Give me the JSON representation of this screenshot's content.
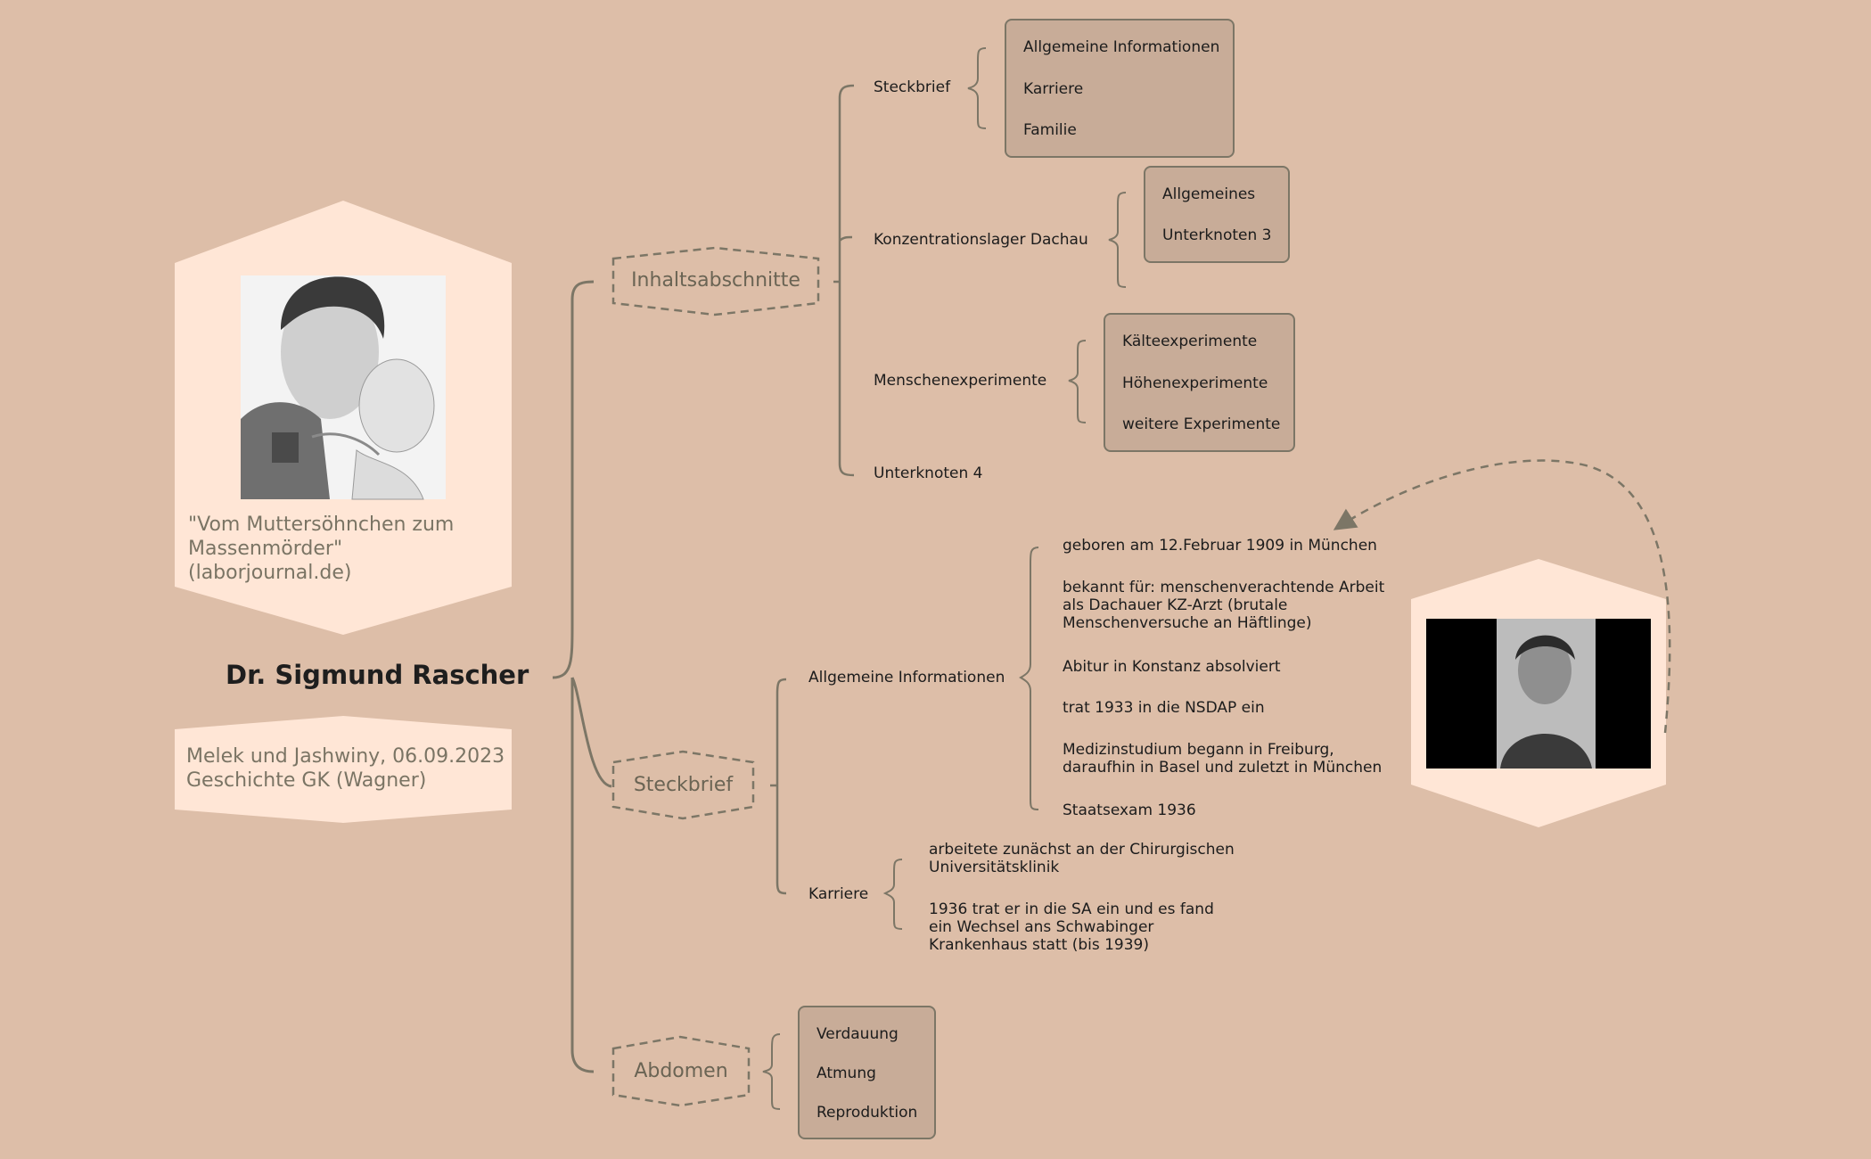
{
  "central_topic": "Dr. Sigmund Rascher",
  "portrait_card": {
    "image_icon": "drawing-portrait-man-with-child",
    "caption_line1": "\"Vom Muttersöhnchen zum",
    "caption_line2": "Massenmörder\" (laborjournal.de)"
  },
  "authors_card": {
    "line1": "Melek und Jashwiny, 06.09.2023",
    "line2": "Geschichte GK (Wagner)"
  },
  "photo_card": {
    "image_icon": "bw-photo-portrait-man"
  },
  "inhalt": {
    "label": "Inhaltsabschnitte",
    "steckbrief": {
      "label": "Steckbrief",
      "items": [
        "Allgemeine Informationen",
        "Karriere",
        "Familie"
      ]
    },
    "kz": {
      "label": "Konzentrationslager Dachau",
      "items": [
        "Allgemeines",
        "Unterknoten 3"
      ]
    },
    "menschen": {
      "label": "Menschenexperimente",
      "items": [
        "Kälteexperimente",
        "Höhenexperimente",
        "weitere Experimente"
      ]
    },
    "unterknoten4": "Unterknoten 4"
  },
  "steckbrief": {
    "label": "Steckbrief",
    "allgemein": {
      "label": "Allgemeine Informationen",
      "facts": [
        "geboren am 12.Februar 1909 in München",
        "bekannt für: menschenverachtende Arbeit als Dachauer KZ-Arzt (brutale Menschenversuche an Häftlinge)",
        "Abitur in Konstanz absolviert",
        "trat 1933 in die NSDAP ein",
        "Medizinstudium begann in Freiburg, darauf­hin in Basel und zuletzt in München",
        "Staatsexam 1936"
      ]
    },
    "karriere": {
      "label": "Karriere",
      "facts": [
        "arbeitete zunächst an der Chirurgischen Universitätsklinik",
        "1936 trat er in die SA ein und es fand ein Wechsel ans Schwabinger Krankenhaus statt (bis 1939)"
      ]
    }
  },
  "abdomen": {
    "label": "Abdomen",
    "items": [
      "Verdauung",
      "Atmung",
      "Reproduktion"
    ]
  },
  "colors": {
    "background": "#ddbea8",
    "line": "#7c7666",
    "card": "#ffe6d6",
    "box": "#c8ac98"
  }
}
